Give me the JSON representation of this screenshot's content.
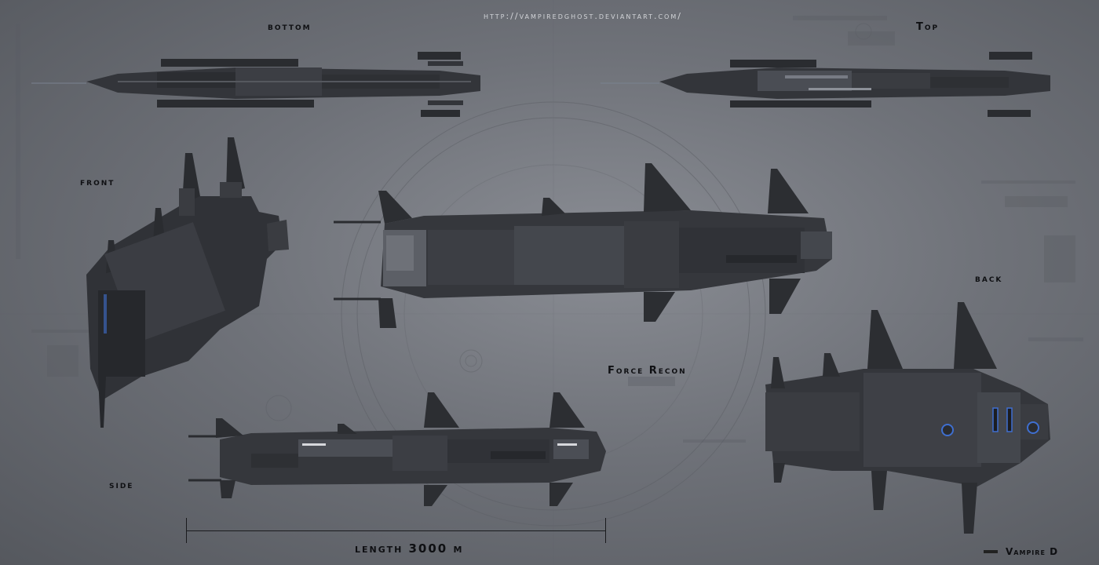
{
  "url": "http://vampiredghost.deviantart.com/",
  "views": {
    "bottom": "bottom",
    "top": "Top",
    "front": "front",
    "back": "back",
    "side": "side",
    "center": "Force Recon"
  },
  "scale": {
    "label": "length 3000 m"
  },
  "signature": "Vampire D",
  "colors": {
    "hull": "#3a3c41",
    "hull_dark": "#26282c",
    "hull_light": "#5c5f66",
    "accent": "#3f6fd0",
    "background": "#6f7279"
  }
}
